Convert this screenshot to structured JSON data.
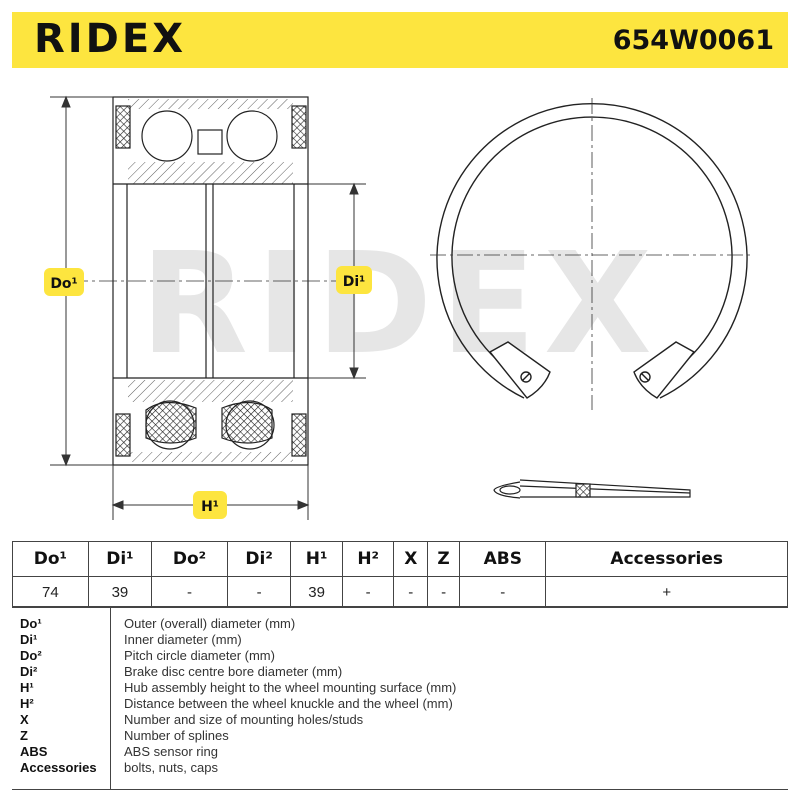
{
  "header": {
    "brand": "RIDEX",
    "part_number": "654W0061"
  },
  "drawing": {
    "watermark": "RIDEX",
    "dim_outer": "Do¹",
    "dim_inner": "Di¹",
    "dim_height": "H¹"
  },
  "specs": {
    "headers": [
      "Do¹",
      "Di¹",
      "Do²",
      "Di²",
      "H¹",
      "H²",
      "X",
      "Z",
      "ABS",
      "Accessories"
    ],
    "values": [
      "74",
      "39",
      "-",
      "-",
      "39",
      "-",
      "-",
      "-",
      "-",
      "+"
    ]
  },
  "legend": [
    {
      "code": "Do¹",
      "desc": "Outer (overall) diameter (mm)"
    },
    {
      "code": "Di¹",
      "desc": "Inner diameter (mm)"
    },
    {
      "code": "Do²",
      "desc": "Pitch circle diameter (mm)"
    },
    {
      "code": "Di²",
      "desc": "Brake disc centre bore diameter (mm)"
    },
    {
      "code": "H¹",
      "desc": "Hub assembly height to the wheel mounting surface (mm)"
    },
    {
      "code": "H²",
      "desc": "Distance between the wheel knuckle and the wheel (mm)"
    },
    {
      "code": "X",
      "desc": "Number and size of mounting holes/studs"
    },
    {
      "code": "Z",
      "desc": "Number of splines"
    },
    {
      "code": "ABS",
      "desc": "ABS sensor ring"
    },
    {
      "code": "Accessories",
      "desc": "bolts, nuts, caps"
    }
  ]
}
